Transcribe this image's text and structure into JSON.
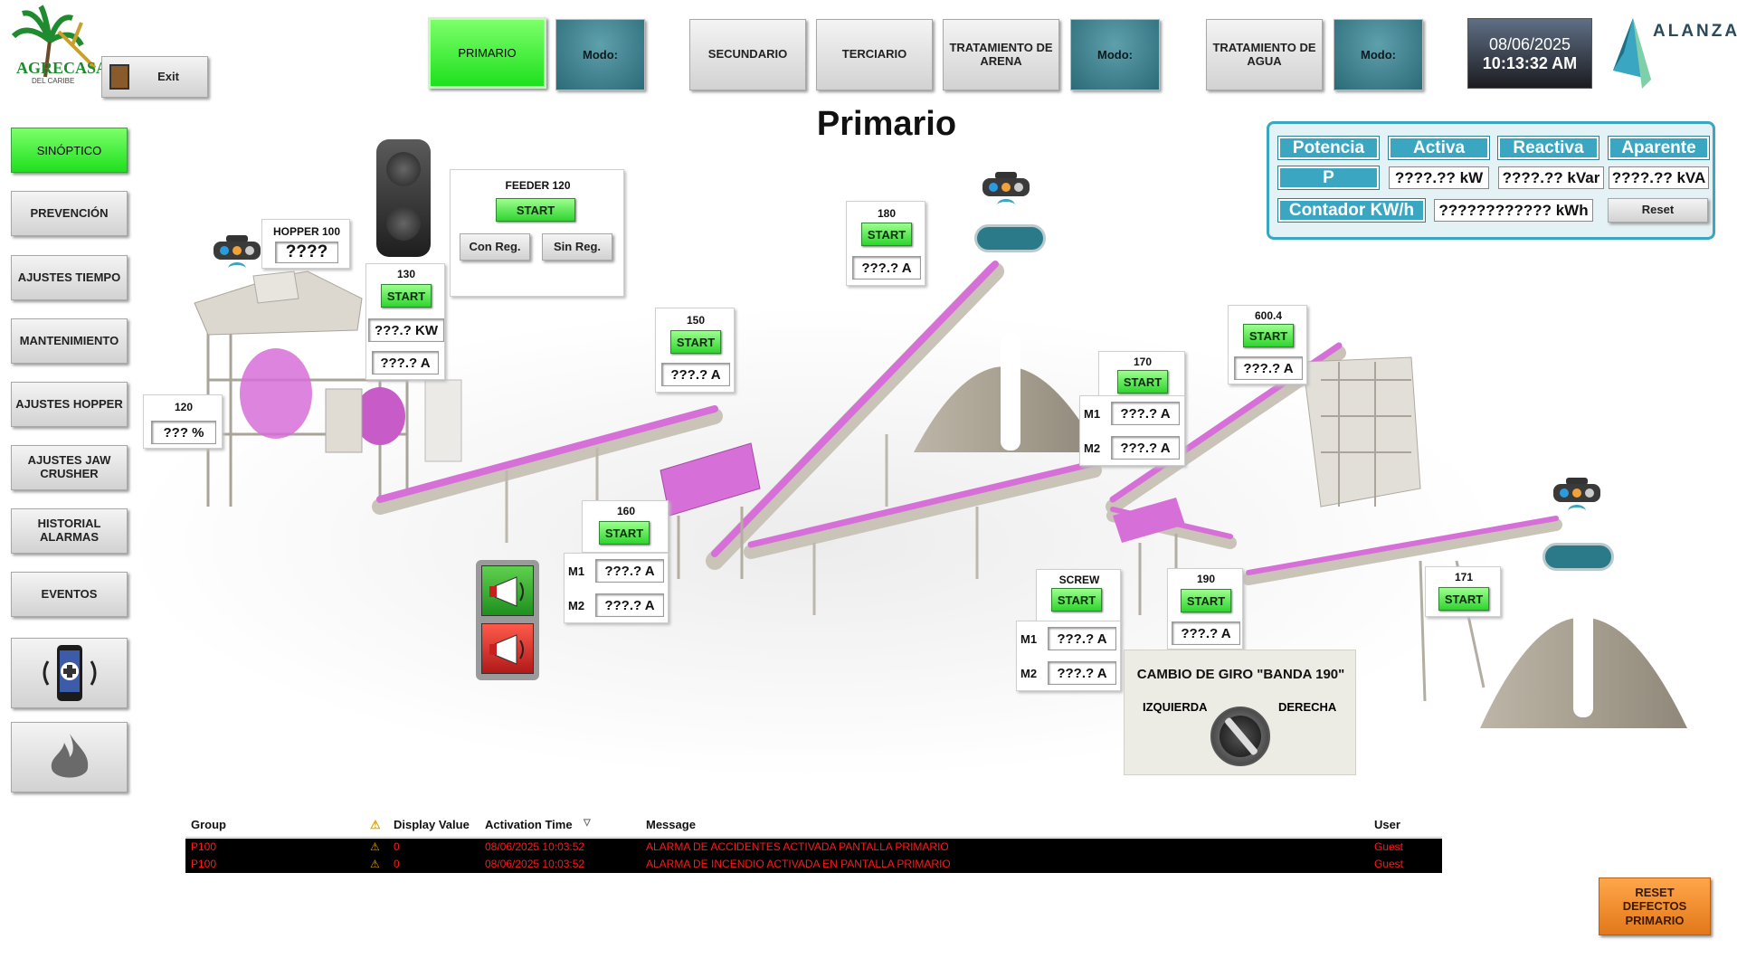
{
  "header": {
    "exit_label": "Exit",
    "logo_left_text": "AGRECASA",
    "logo_left_sub": "DEL CARIBE",
    "logo_right_text": "ALANZA",
    "nav": [
      {
        "label": "PRIMARIO"
      },
      {
        "label": "Modo:"
      },
      {
        "label": "SECUNDARIO"
      },
      {
        "label": "TERCIARIO"
      },
      {
        "label": "TRATAMIENTO DE ARENA"
      },
      {
        "label": "Modo:"
      },
      {
        "label": "TRATAMIENTO DE AGUA"
      },
      {
        "label": "Modo:"
      }
    ],
    "date": "08/06/2025",
    "time": "10:13:32 AM"
  },
  "page_title": "Primario",
  "sidebar": {
    "items": [
      {
        "label": "SINÓPTICO",
        "active": true
      },
      {
        "label": "PREVENCIÓN"
      },
      {
        "label": "AJUSTES TIEMPO"
      },
      {
        "label": "MANTENIMIENTO"
      },
      {
        "label": "AJUSTES HOPPER"
      },
      {
        "label": "AJUSTES JAW CRUSHER"
      },
      {
        "label": "HISTORIAL ALARMAS"
      },
      {
        "label": "EVENTOS"
      }
    ],
    "icon_buttons": [
      "emergency-phone-icon",
      "fire-icon"
    ]
  },
  "energy": {
    "headers": [
      "Potencia",
      "Activa",
      "Reactiva",
      "Aparente"
    ],
    "p_label": "P",
    "activa": "????.?? kW",
    "reactiva": "????.?? kVar",
    "aparente": "????.?? kVA",
    "contador_label": "Contador KW/h",
    "contador_value": "???????????? kWh",
    "reset_label": "Reset"
  },
  "equipment": {
    "hopper": {
      "label": "HOPPER 100",
      "value": "????"
    },
    "e120": {
      "label": "120",
      "value": "??? %"
    },
    "e130": {
      "label": "130",
      "start": "START",
      "kw": "???.? KW",
      "amp": "???.? A"
    },
    "feeder": {
      "label": "FEEDER 120",
      "start": "START",
      "con_reg": "Con Reg.",
      "sin_reg": "Sin Reg."
    },
    "e150": {
      "label": "150",
      "start": "START",
      "amp": "???.? A"
    },
    "e160": {
      "label": "160",
      "start": "START",
      "m1_label": "M1",
      "m1": "???.? A",
      "m2_label": "M2",
      "m2": "???.? A"
    },
    "e180": {
      "label": "180",
      "start": "START",
      "amp": "???.? A"
    },
    "e170": {
      "label": "170",
      "start": "START",
      "m1_label": "M1",
      "m1": "???.? A",
      "m2_label": "M2",
      "m2": "???.? A"
    },
    "e6004": {
      "label": "600.4",
      "start": "START",
      "amp": "???.? A"
    },
    "screw": {
      "label": "SCREW",
      "start": "START",
      "m1_label": "M1",
      "m1": "???.? A",
      "m2_label": "M2",
      "m2": "???.? A"
    },
    "e190": {
      "label": "190",
      "start": "START",
      "amp": "???.? A"
    },
    "e171": {
      "label": "171",
      "start": "START"
    }
  },
  "giro": {
    "title": "CAMBIO DE GIRO \"BANDA 190\"",
    "left": "IZQUIERDA",
    "right": "DERECHA"
  },
  "alarms": {
    "headers": {
      "group": "Group",
      "display_value": "Display Value",
      "activation_time": "Activation Time",
      "message": "Message",
      "user": "User"
    },
    "rows": [
      {
        "group": "P100",
        "value": "0",
        "time": "08/06/2025 10:03:52",
        "message": "ALARMA DE ACCIDENTES ACTIVADA PANTALLA PRIMARIO",
        "user": "Guest"
      },
      {
        "group": "P100",
        "value": "0",
        "time": "08/06/2025 10:03:52",
        "message": "ALARMA DE INCENDIO  ACTIVADA EN PANTALLA PRIMARIO",
        "user": "Guest"
      }
    ]
  },
  "reset_defectos": "RESET DEFECTOS PRIMARIO",
  "colors": {
    "active_green": "#1ee01e",
    "teal": "#3aa6c1",
    "alarm_red": "#ff1a1a",
    "reset_orange": "#f08a1c",
    "belt_magenta": "#d76fd8"
  }
}
